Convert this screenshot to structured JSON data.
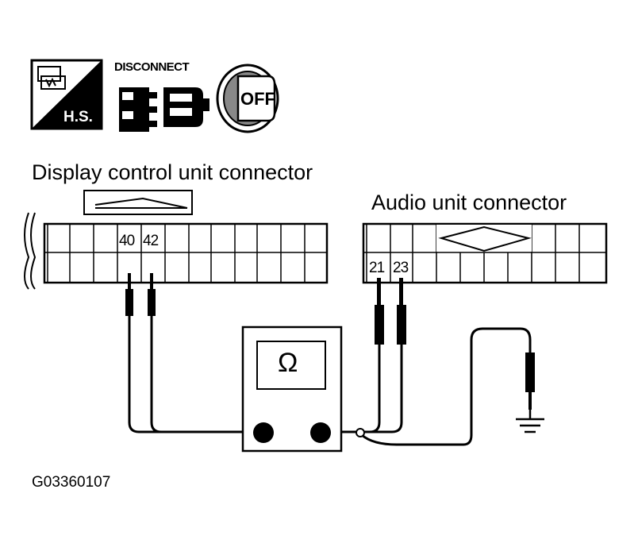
{
  "icons": {
    "hs_badge": {
      "label": "H.S."
    },
    "disconnect": {
      "label": "DISCONNECT"
    },
    "ignition": {
      "label": "OFF"
    }
  },
  "display_connector": {
    "title": "Display control unit connector",
    "pins": [
      "40",
      "42"
    ]
  },
  "audio_connector": {
    "title": "Audio unit connector",
    "pins": [
      "21",
      "23"
    ]
  },
  "meter": {
    "symbol": "Ω"
  },
  "figure_id": "G03360107"
}
